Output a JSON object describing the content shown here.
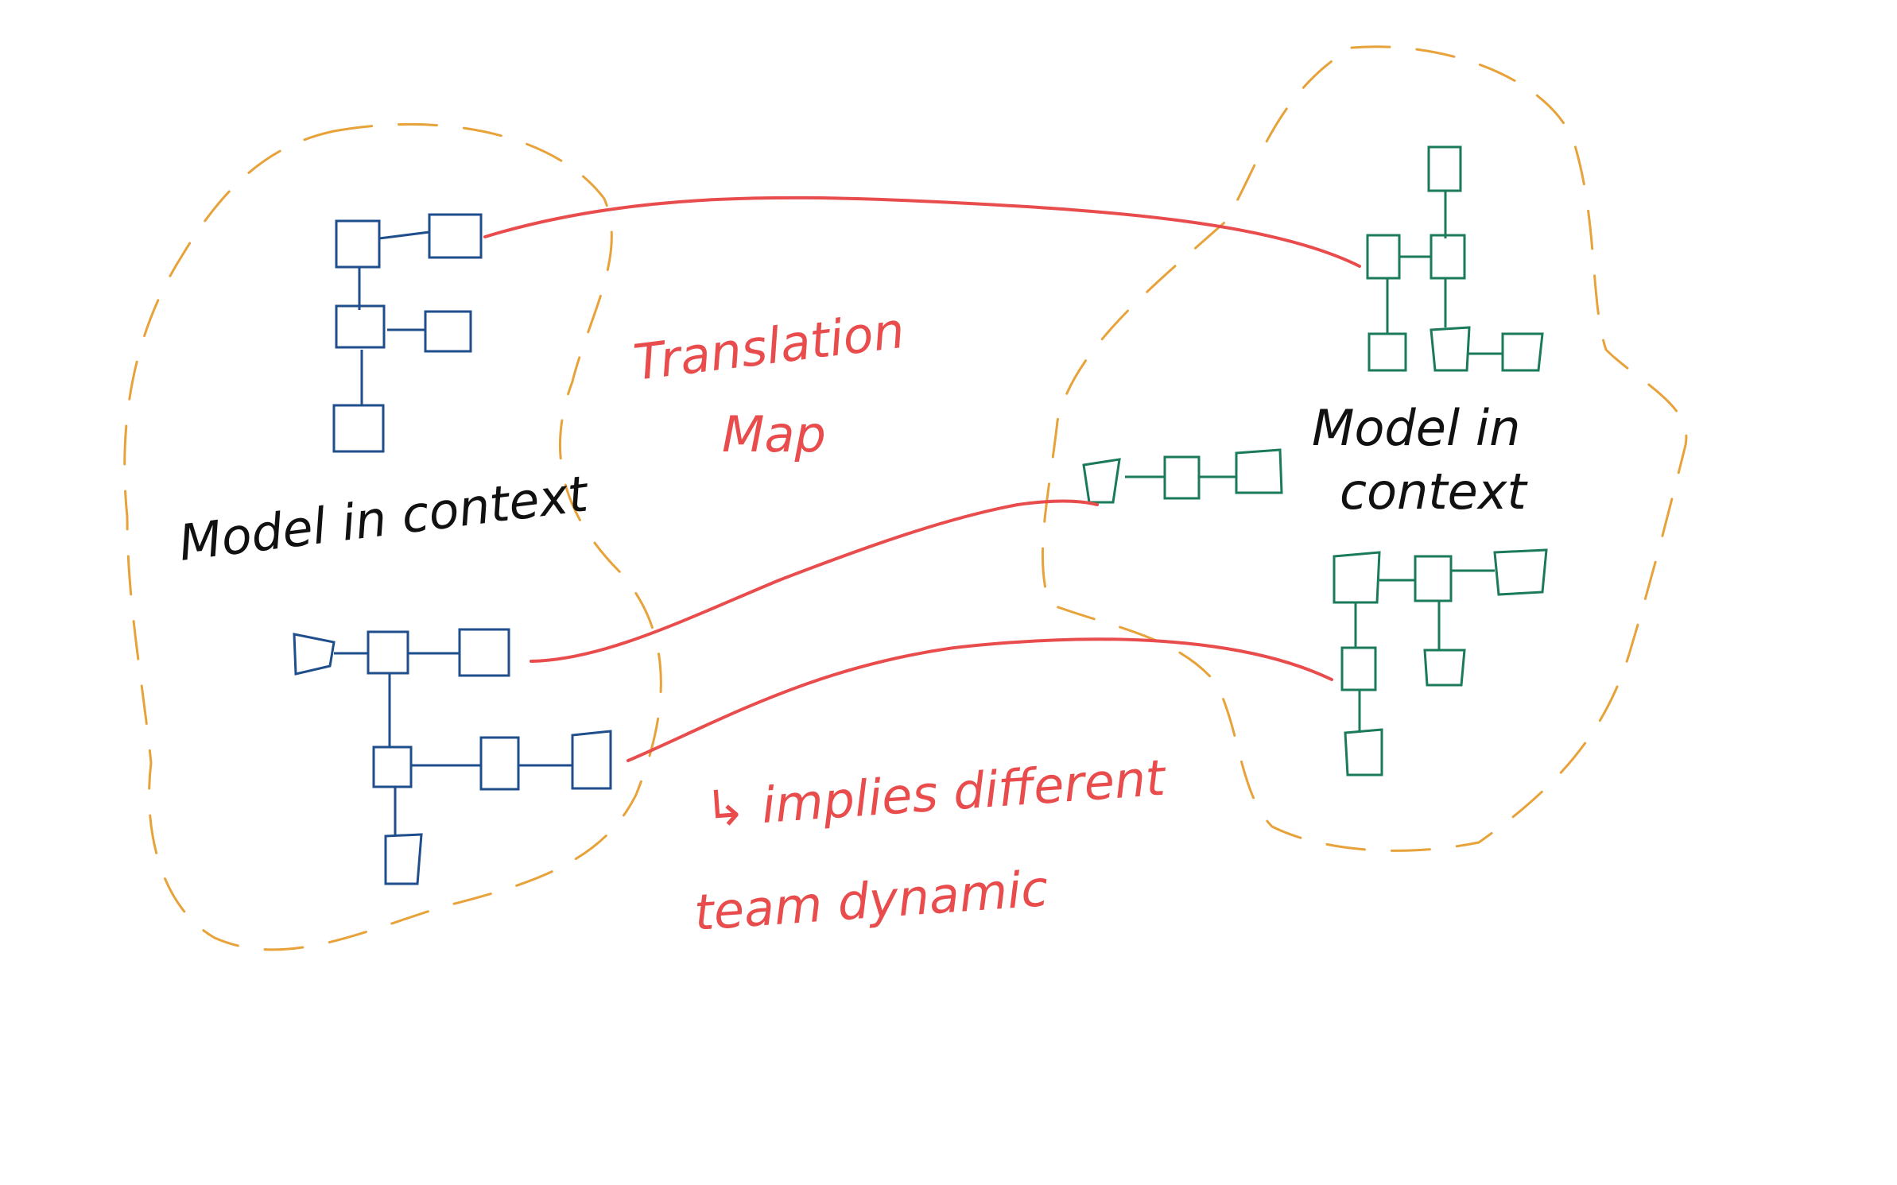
{
  "left_context": {
    "label": "Model in context"
  },
  "right_context": {
    "label_line1": "Model in",
    "label_line2": "context"
  },
  "translation": {
    "line1": "Translation",
    "line2": "Map"
  },
  "note": {
    "line1": "↳ implies different",
    "line2": "team dynamic"
  },
  "colors": {
    "boundary": "#e8a23a",
    "left_model": "#1f4e8c",
    "right_model": "#1a7a5a",
    "translation": "#e84c4c",
    "text": "#111111"
  }
}
